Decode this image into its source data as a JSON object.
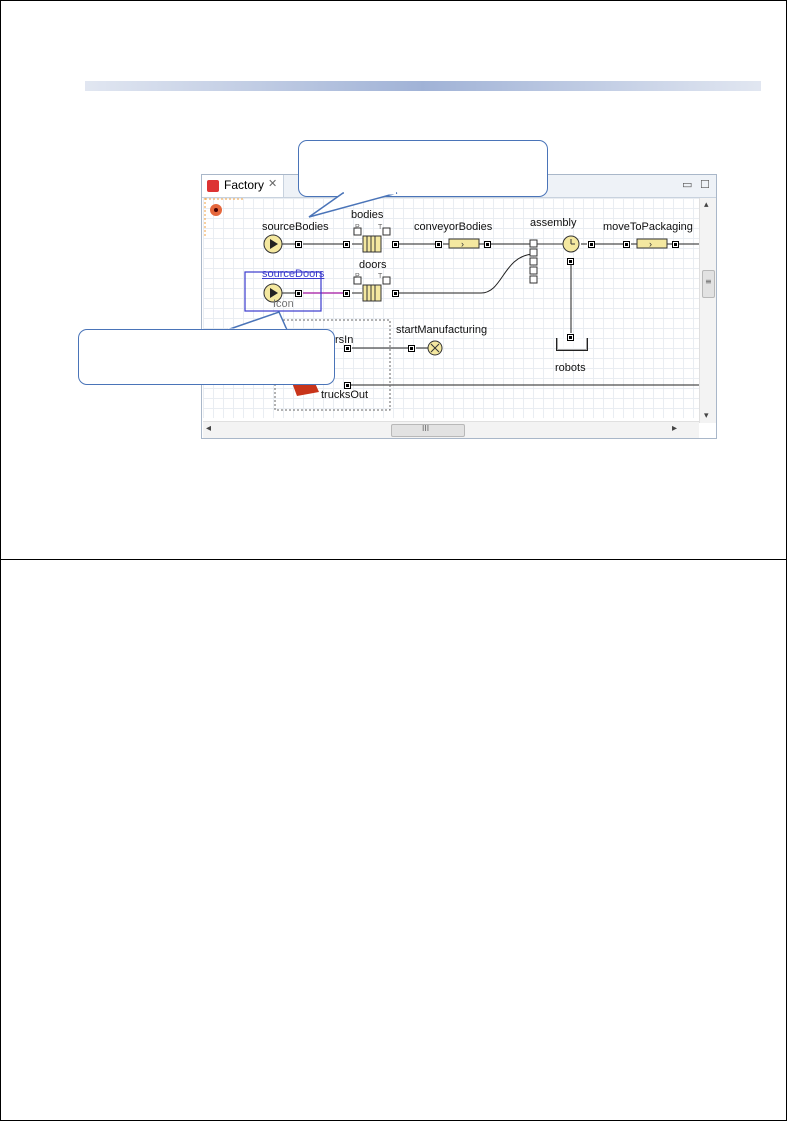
{
  "window": {
    "tab_label": "Factory",
    "tab_close": "✕",
    "minimize": "▭",
    "maximize": "☐"
  },
  "blocks": {
    "sourceBodies": "sourceBodies",
    "bodies": "bodies",
    "conveyorBodies": "conveyorBodies",
    "assembly": "assembly",
    "moveToPackaging": "moveToPackaging",
    "sourceDoors": "sourceDoors",
    "icon": "Icon",
    "doors": "doors",
    "ordersIn": "ordersIn",
    "startManufacturing": "startManufacturing",
    "robots": "robots",
    "trucksOut": "trucksOut",
    "port_p": "P",
    "port_t": "T"
  },
  "scrollbar": {
    "thumb_grip": "III",
    "arrow_left": "◂",
    "arrow_right": "▸",
    "arrow_up": "▴",
    "arrow_down": "▾",
    "vthumb_grip": "≡"
  },
  "colors": {
    "callout_border": "#4a74b8",
    "block_fill": "#f4e8a0",
    "selection_blue": "#3a3acd",
    "link_purple": "#b03ab0",
    "agent_red": "#c8341a"
  }
}
